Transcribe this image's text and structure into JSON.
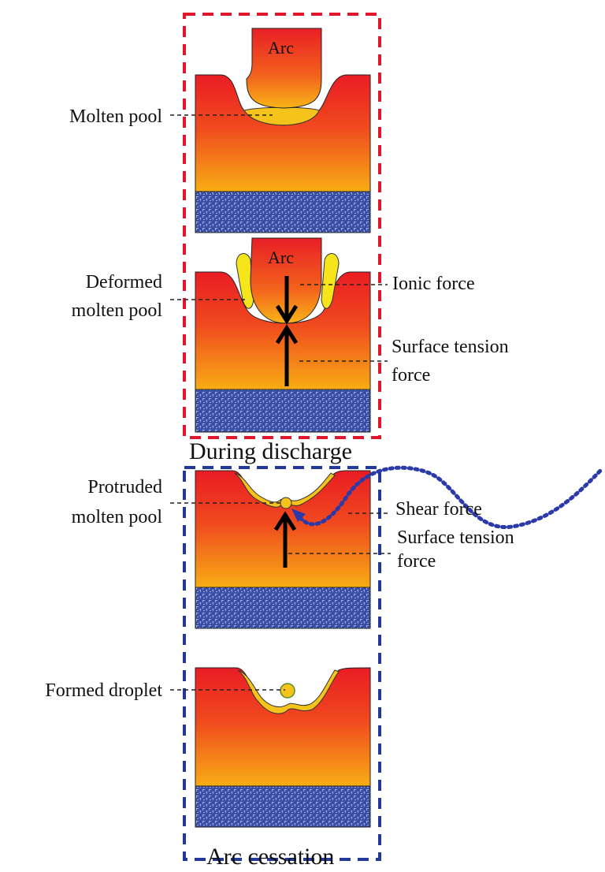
{
  "figure": {
    "colors": {
      "discharge_frame": "#e3172b",
      "cessation_frame": "#22399a",
      "metal_top": "#ea1c24",
      "metal_bottom": "#f7a614",
      "pool": "#f6c21c",
      "substrate": "#3a4fa8",
      "arrow": "#000000",
      "wave": "#2a3aa8"
    },
    "panels": [
      {
        "id": "molten-pool",
        "arc_label": "Arc"
      },
      {
        "id": "deformed-pool",
        "arc_label": "Arc"
      },
      {
        "id": "protruded-pool"
      },
      {
        "id": "formed-droplet"
      }
    ],
    "labels": {
      "molten_pool": "Molten pool",
      "deformed_1": "Deformed",
      "deformed_2": "molten pool",
      "ionic_force": "Ionic force",
      "surface_tension_1": "Surface tension",
      "surface_tension_2": "force",
      "protruded_1": "Protruded",
      "protruded_2": "molten pool",
      "shear_force": "Shear force",
      "surface_tension_b1": "Surface tension",
      "surface_tension_b2": "force",
      "formed_droplet": "Formed droplet"
    },
    "captions": {
      "discharge": "During discharge",
      "cessation": "Arc cessation"
    }
  }
}
